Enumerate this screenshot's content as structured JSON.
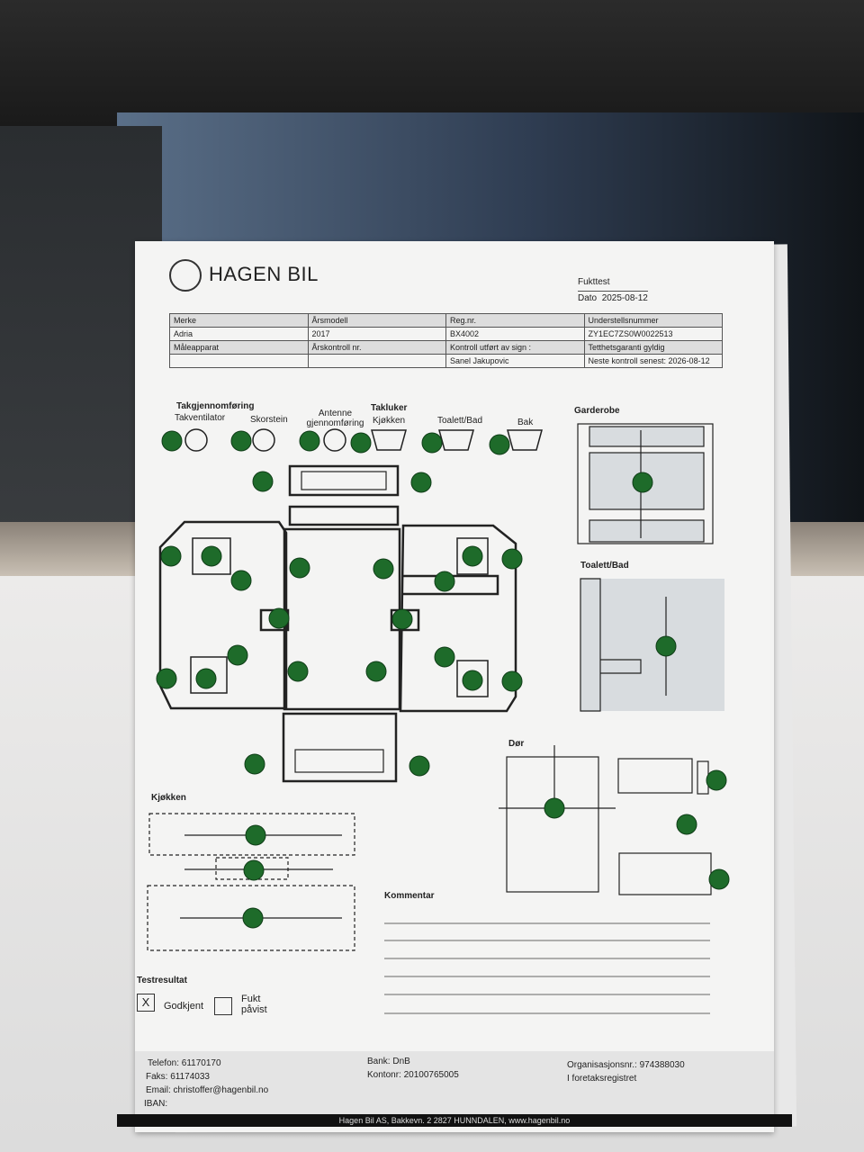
{
  "header": {
    "company": "HAGEN BIL",
    "test_label": "Fukttest",
    "date_label": "Dato",
    "date": "2025-08-12"
  },
  "info_table": {
    "row1": [
      "Merke",
      "Årsmodell",
      "Reg.nr.",
      "Understellsnummer"
    ],
    "row2": [
      "Adria",
      "2017",
      "BX4002",
      "ZY1EC7ZS0W0022513"
    ],
    "row3": [
      "Måleapparat",
      "Årskontroll nr.",
      "Kontroll utført av sign :",
      "Tetthetsgaranti gyldig"
    ],
    "row4": [
      "",
      "",
      "Sanel Jakupovic",
      "Neste kontroll senest: 2026-08-12"
    ]
  },
  "sections": {
    "roof": "Takgjennomføring",
    "takventilator": "Takventilator",
    "skorstein": "Skorstein",
    "antenne": "Antenne gjennomføring",
    "takluker": "Takluker",
    "kjokken_hatch": "Kjøkken",
    "toalett_hatch": "Toalett/Bad",
    "bak": "Bak",
    "garderobe": "Garderobe",
    "toalett": "Toalett/Bad",
    "dor": "Dør",
    "kjokken": "Kjøkken",
    "kommentar": "Kommentar"
  },
  "result": {
    "title": "Testresultat",
    "approved_mark": "X",
    "approved": "Godkjent",
    "moisture": "Fukt påvist"
  },
  "footer": {
    "phone": "Telefon: 61170170",
    "fax": "Faks: 61174033",
    "email": "Email: christoffer@hagenbil.no",
    "iban": "IBAN:",
    "bank": "Bank: DnB",
    "account": "Kontonr: 20100765005",
    "org": "Organisasjonsnr.: 974388030",
    "register": "I foretaksregistret",
    "address": "Hagen Bil AS, Bakkevn. 2 2827 HUNNDALEN, www.hagenbil.no"
  },
  "colors": {
    "dot": "#1e6b2a"
  }
}
